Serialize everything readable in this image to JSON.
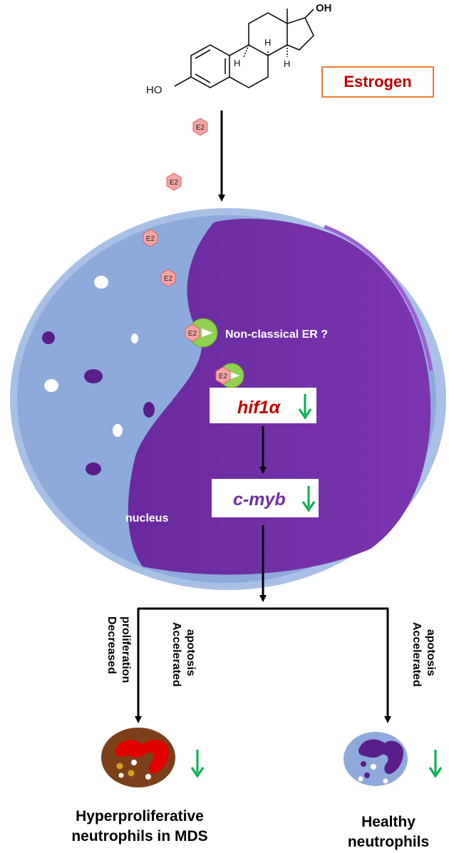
{
  "molecule": {
    "atoms": {
      "oh_top": "OH",
      "ho_left": "HO",
      "h1": "H",
      "h2": "H",
      "h3": "H"
    }
  },
  "estrogen_label": "Estrogen",
  "e2_badge": "E2",
  "receptor_label": "Non-classical ER ?",
  "nucleus_label": "nucleus",
  "genes": {
    "hif1a": {
      "label": "hif1α",
      "color": "#c00000",
      "trend": "down"
    },
    "cmyb": {
      "label": "c-myb",
      "color": "#7030a0",
      "trend": "down"
    }
  },
  "branches": {
    "left": {
      "label1": "Decreased proliferation",
      "label1_lines": [
        "Decreased",
        "proliferation"
      ],
      "label2_lines": [
        "Accelerated",
        "apotosis"
      ]
    },
    "right": {
      "label1_lines": [
        "Accelerated",
        "apotosis"
      ]
    }
  },
  "outcomes": {
    "mds": {
      "title_lines": [
        "Hyperproliferative",
        "neutrophils in MDS"
      ],
      "trend": "down"
    },
    "healthy": {
      "title_lines": [
        "Healthy",
        "neutrophils"
      ],
      "trend": "down"
    }
  },
  "colors": {
    "cytoplasm": "#8eaadb",
    "cytoplasm_edge": "#a9c0e6",
    "nucleus": "#7030a0",
    "estrogen_text": "#c00000",
    "estrogen_border": "#ed7d31",
    "e2": "#f4a4a4",
    "receptor": "#92d050",
    "down_arrow": "#00b050",
    "mds_cell": "#7b3f1a",
    "mds_nucleus": "#e00000"
  }
}
